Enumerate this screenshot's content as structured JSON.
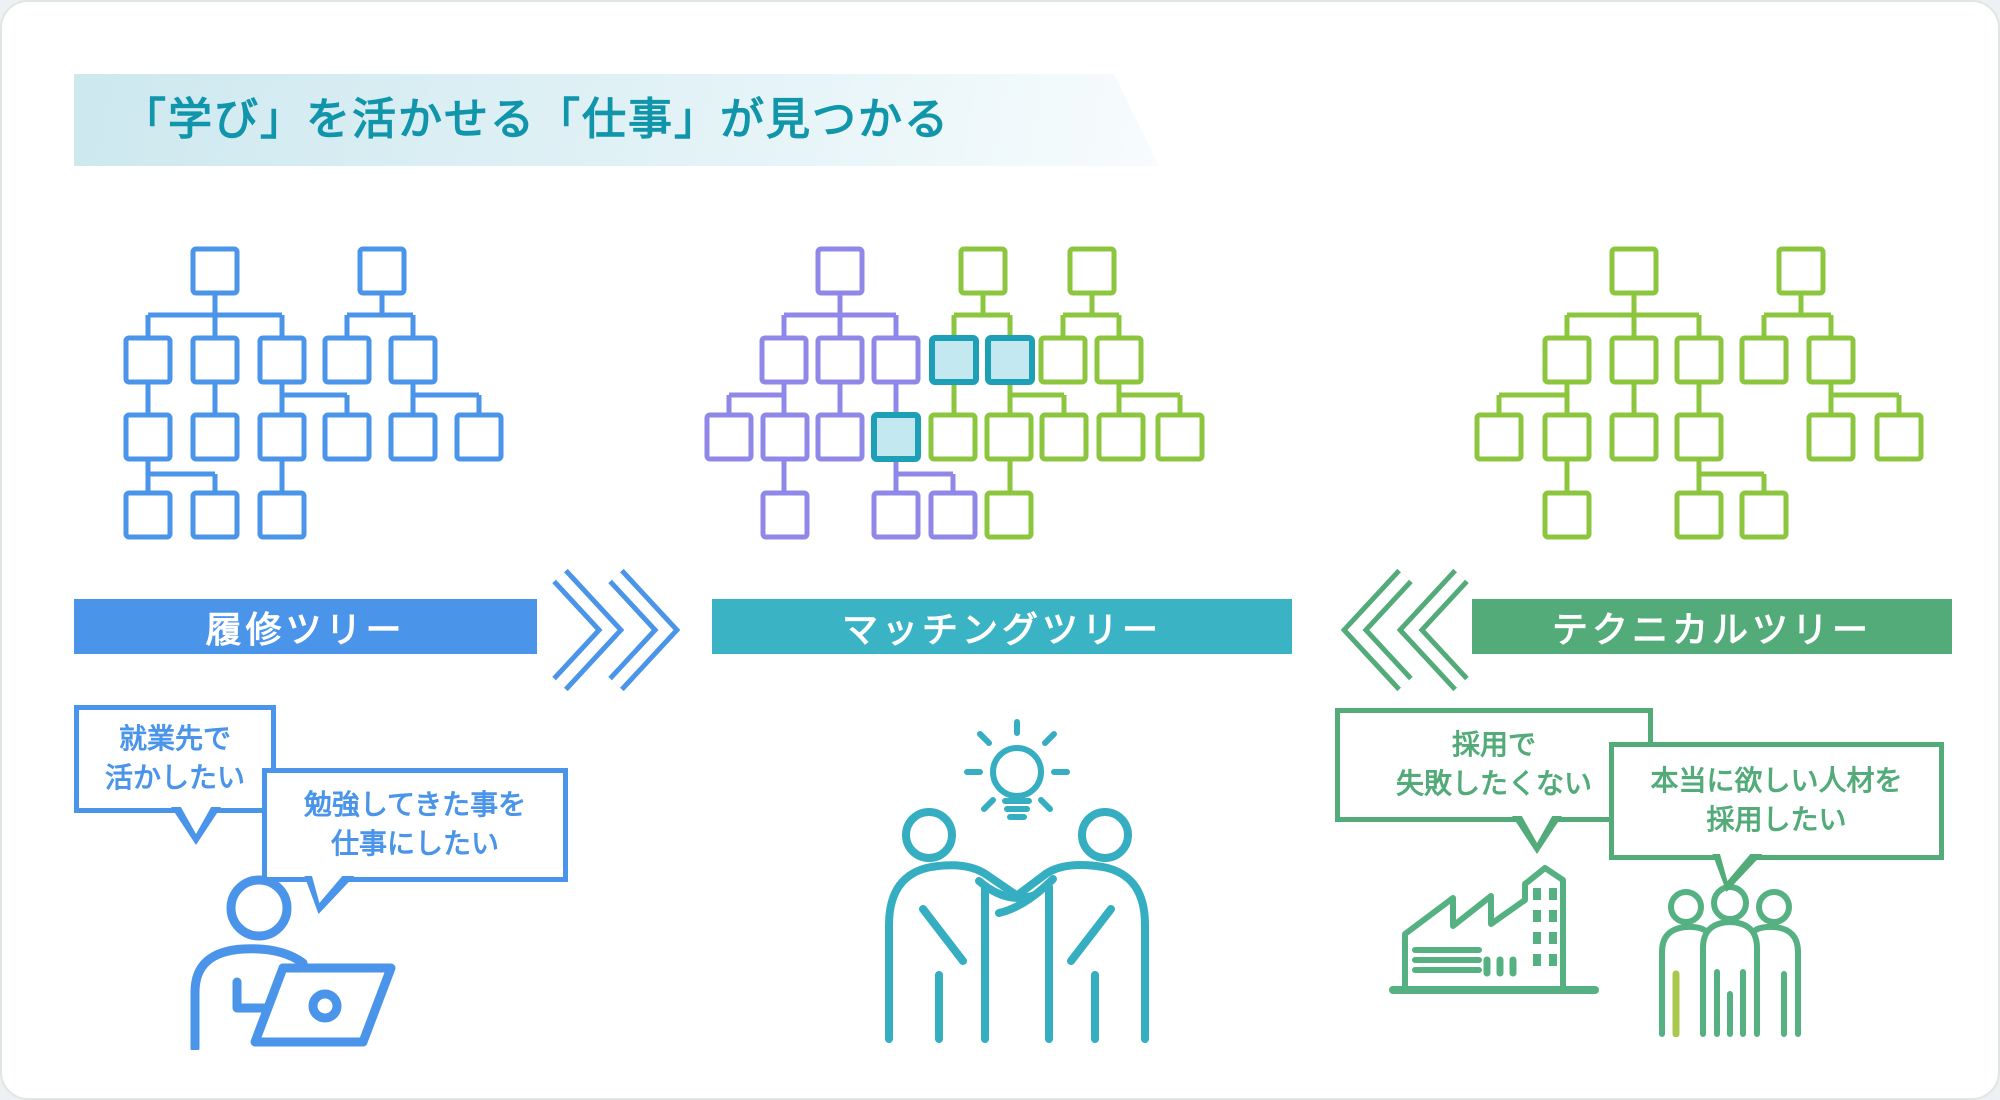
{
  "header": {
    "title": "「学び」を活かせる「仕事」が見つかる"
  },
  "bars": {
    "course": "履修ツリー",
    "matching": "マッチングツリー",
    "technical": "テクニカルツリー"
  },
  "bubbles": {
    "seeker1": {
      "line1": "就業先で",
      "line2": "活かしたい"
    },
    "seeker2": {
      "line1": "勉強してきた事を",
      "line2": "仕事にしたい"
    },
    "employer1": {
      "line1": "採用で",
      "line2": "失敗したくない"
    },
    "employer2": {
      "line1": "本当に欲しい人材を",
      "line2": "採用したい"
    }
  },
  "icons": {
    "seeker": "person-laptop-icon",
    "matching": "handshake-lightbulb-icon",
    "employer_company": "factory-icon",
    "employer_staff": "people-group-icon"
  },
  "colors": {
    "blue": "#4a94ea",
    "purple": "#8f88e8",
    "lime": "#8cc63f",
    "lime-alt": "#a9c84c",
    "teal": "#3ab4c5",
    "teal-dark": "#1d9fb5",
    "teal-fill": "#c4e8ef",
    "teal-icon": "#35aec2",
    "green": "#52ab78",
    "green-icon": "#55b182",
    "header-text": "#1095ab",
    "banner-from": "#cde8ef",
    "banner-to": "#f7fcfd"
  }
}
